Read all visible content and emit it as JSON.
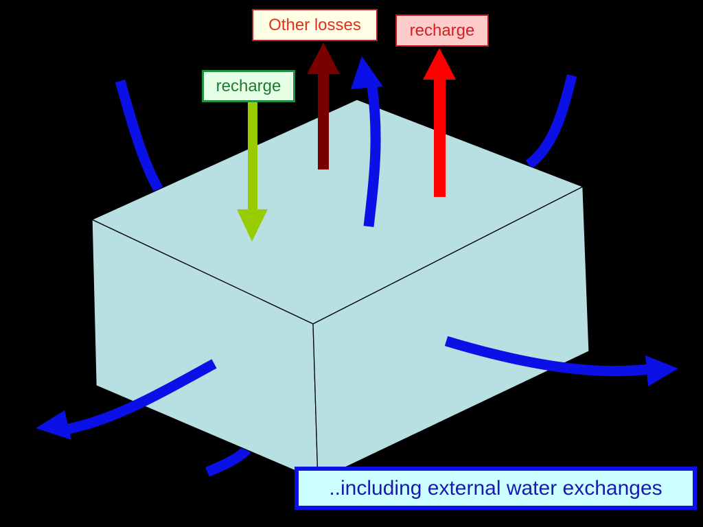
{
  "labels": {
    "other_losses": "Other losses",
    "recharge_red": "recharge",
    "recharge_green": "recharge",
    "caption": "..including external water exchanges"
  },
  "colors": {
    "background": "#000000",
    "box_fill": "#b8dfe2",
    "box_edge": "#000000",
    "flow_arrow": "#0a10e6",
    "recharge_out_arrow": "#ff0000",
    "other_losses_arrow": "#7a0000",
    "recharge_in_arrow": "#99cc00",
    "other_losses_label_bg": "#ffffe6",
    "other_losses_label_text": "#e0301e",
    "recharge_red_label_bg": "#ffcccc",
    "recharge_red_label_text": "#d42020",
    "recharge_green_label_bg": "#e6ffe6",
    "recharge_green_label_text": "#1e7a32",
    "caption_bg": "#ccffff",
    "caption_text": "#1a1ab0"
  }
}
